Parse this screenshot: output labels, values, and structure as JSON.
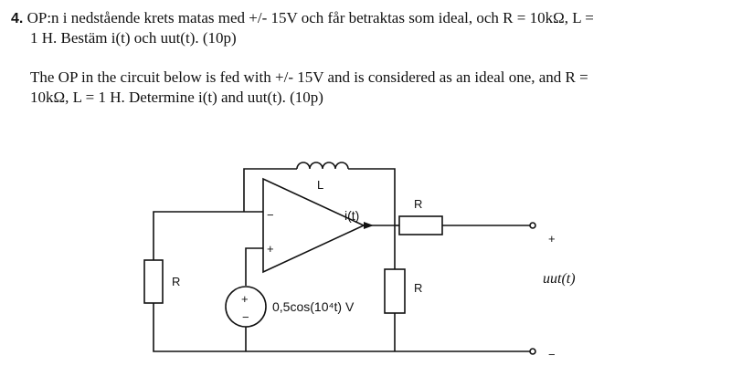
{
  "problem": {
    "number": "4.",
    "swedish_line1": "OP:n i nedstående krets matas med +/- 15V och får betraktas som ideal, och R = 10kΩ,  L =",
    "swedish_line2": "1 H. Bestäm i(t) och uut(t). (10p)",
    "english_line1": "The OP in the circuit below is fed with +/- 15V and is considered as an ideal one, and R =",
    "english_line2": "10kΩ,  L = 1 H. Determine i(t) and uut(t). (10p)"
  },
  "circuit": {
    "inductor_label": "L",
    "minus_input": "−",
    "plus_input": "+",
    "current_label": "i(t)",
    "series_resistor_label": "R",
    "left_resistor_label": "R",
    "right_resistor_label": "R",
    "source_plus": "+",
    "source_minus": "−",
    "source_label": "0,5cos(10⁴t) V",
    "output_plus": "+",
    "output_minus": "−",
    "output_label": "uut(t)"
  }
}
